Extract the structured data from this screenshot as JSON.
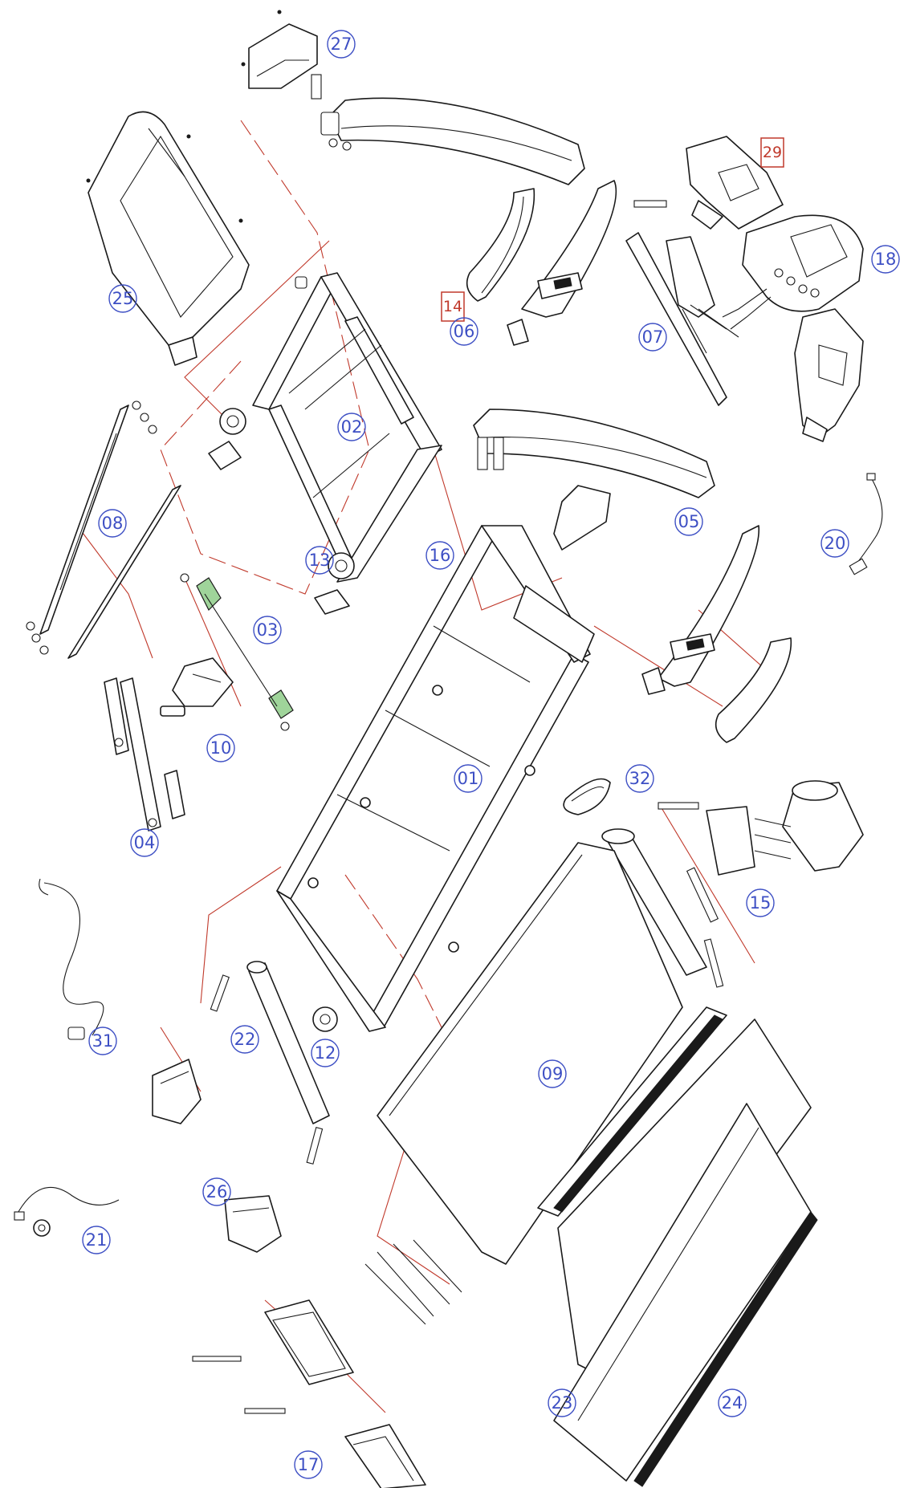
{
  "diagram": {
    "type": "exploded-parts-diagram",
    "colors": {
      "line": "#1a1a1a",
      "leader": "#c0392b",
      "callout": "#3d4fc4",
      "highlight": "#9fd49a"
    }
  },
  "callouts": [
    {
      "id": "c-27",
      "label": "27",
      "style": "circle"
    },
    {
      "id": "c-25",
      "label": "25",
      "style": "circle"
    },
    {
      "id": "c-29",
      "label": "29",
      "style": "box"
    },
    {
      "id": "c-18",
      "label": "18",
      "style": "circle"
    },
    {
      "id": "c-14",
      "label": "14",
      "style": "box"
    },
    {
      "id": "c-06",
      "label": "06",
      "style": "circle"
    },
    {
      "id": "c-07",
      "label": "07",
      "style": "circle"
    },
    {
      "id": "c-02",
      "label": "02",
      "style": "circle"
    },
    {
      "id": "c-08",
      "label": "08",
      "style": "circle"
    },
    {
      "id": "c-13",
      "label": "13",
      "style": "circle"
    },
    {
      "id": "c-16",
      "label": "16",
      "style": "circle"
    },
    {
      "id": "c-05",
      "label": "05",
      "style": "circle"
    },
    {
      "id": "c-20",
      "label": "20",
      "style": "circle"
    },
    {
      "id": "c-03",
      "label": "03",
      "style": "circle"
    },
    {
      "id": "c-10",
      "label": "10",
      "style": "circle"
    },
    {
      "id": "c-04",
      "label": "04",
      "style": "circle"
    },
    {
      "id": "c-01",
      "label": "01",
      "style": "circle"
    },
    {
      "id": "c-32",
      "label": "32",
      "style": "circle"
    },
    {
      "id": "c-15",
      "label": "15",
      "style": "circle"
    },
    {
      "id": "c-31",
      "label": "31",
      "style": "circle"
    },
    {
      "id": "c-22",
      "label": "22",
      "style": "circle"
    },
    {
      "id": "c-12",
      "label": "12",
      "style": "circle"
    },
    {
      "id": "c-09",
      "label": "09",
      "style": "circle"
    },
    {
      "id": "c-26",
      "label": "26",
      "style": "circle"
    },
    {
      "id": "c-21",
      "label": "21",
      "style": "circle"
    },
    {
      "id": "c-23",
      "label": "23",
      "style": "circle"
    },
    {
      "id": "c-24",
      "label": "24",
      "style": "circle"
    },
    {
      "id": "c-17",
      "label": "17",
      "style": "circle"
    }
  ]
}
